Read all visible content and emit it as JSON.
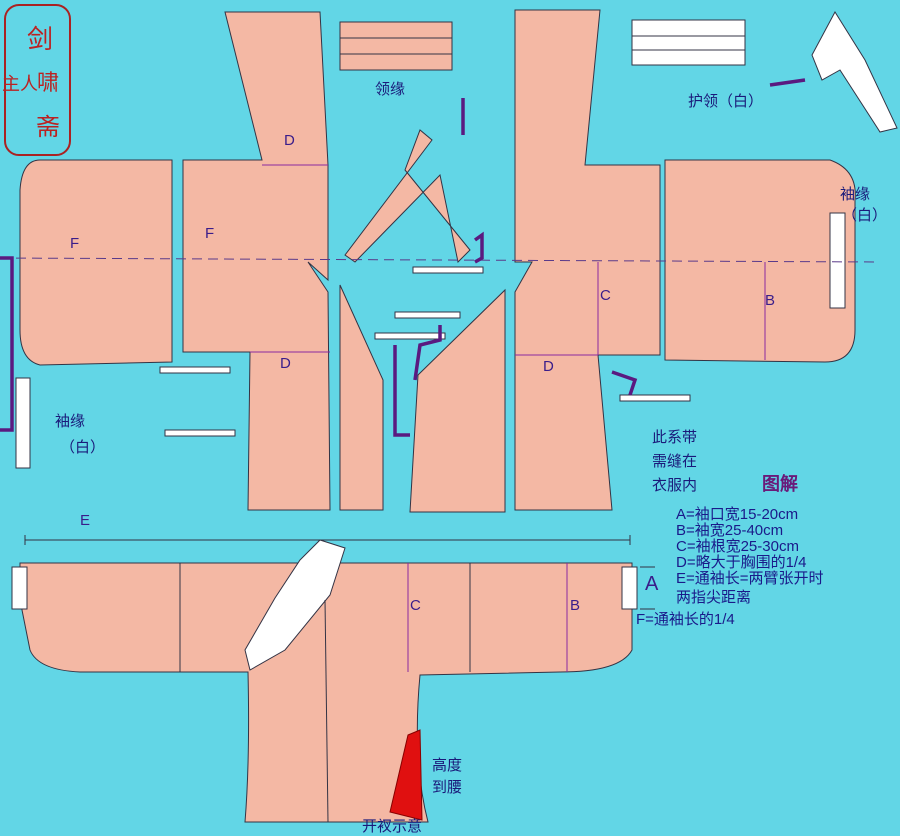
{
  "seal": {
    "text": "剑啸斋主人"
  },
  "labels": {
    "collar_edge": "领缘",
    "protective_collar": "护领（白）",
    "cuff_right_1": "袖缘",
    "cuff_right_2": "（白）",
    "cuff_left_1": "袖缘",
    "cuff_left_2": "（白）",
    "tie_note": [
      "此系带",
      "需缝在",
      "衣服内"
    ],
    "height_note": [
      "高度",
      "到腰"
    ],
    "slit_note": "开衩示意"
  },
  "piece_letters": {
    "d_top": "D",
    "f_left": "F",
    "f_mid": "F",
    "c_right": "C",
    "b_right": "B",
    "d_left": "D",
    "d_right": "D",
    "e": "E",
    "a": "A",
    "c_bottom": "C",
    "b_bottom": "B"
  },
  "legend": {
    "title": "图解",
    "lines": [
      "A=袖口宽15-20cm",
      "B=袖宽25-40cm",
      "C=袖根宽25-30cm",
      "D=略大于胸围的1/4",
      "E=通袖长=两臂张开时",
      "两指尖距离",
      "F=通袖长的1/4"
    ]
  },
  "colors": {
    "background": "#62d6e6",
    "fabric": "#f4b8a4",
    "outline": "#334",
    "arrow": "#5a1a80",
    "slit": "#e01010",
    "white": "#ffffff"
  }
}
